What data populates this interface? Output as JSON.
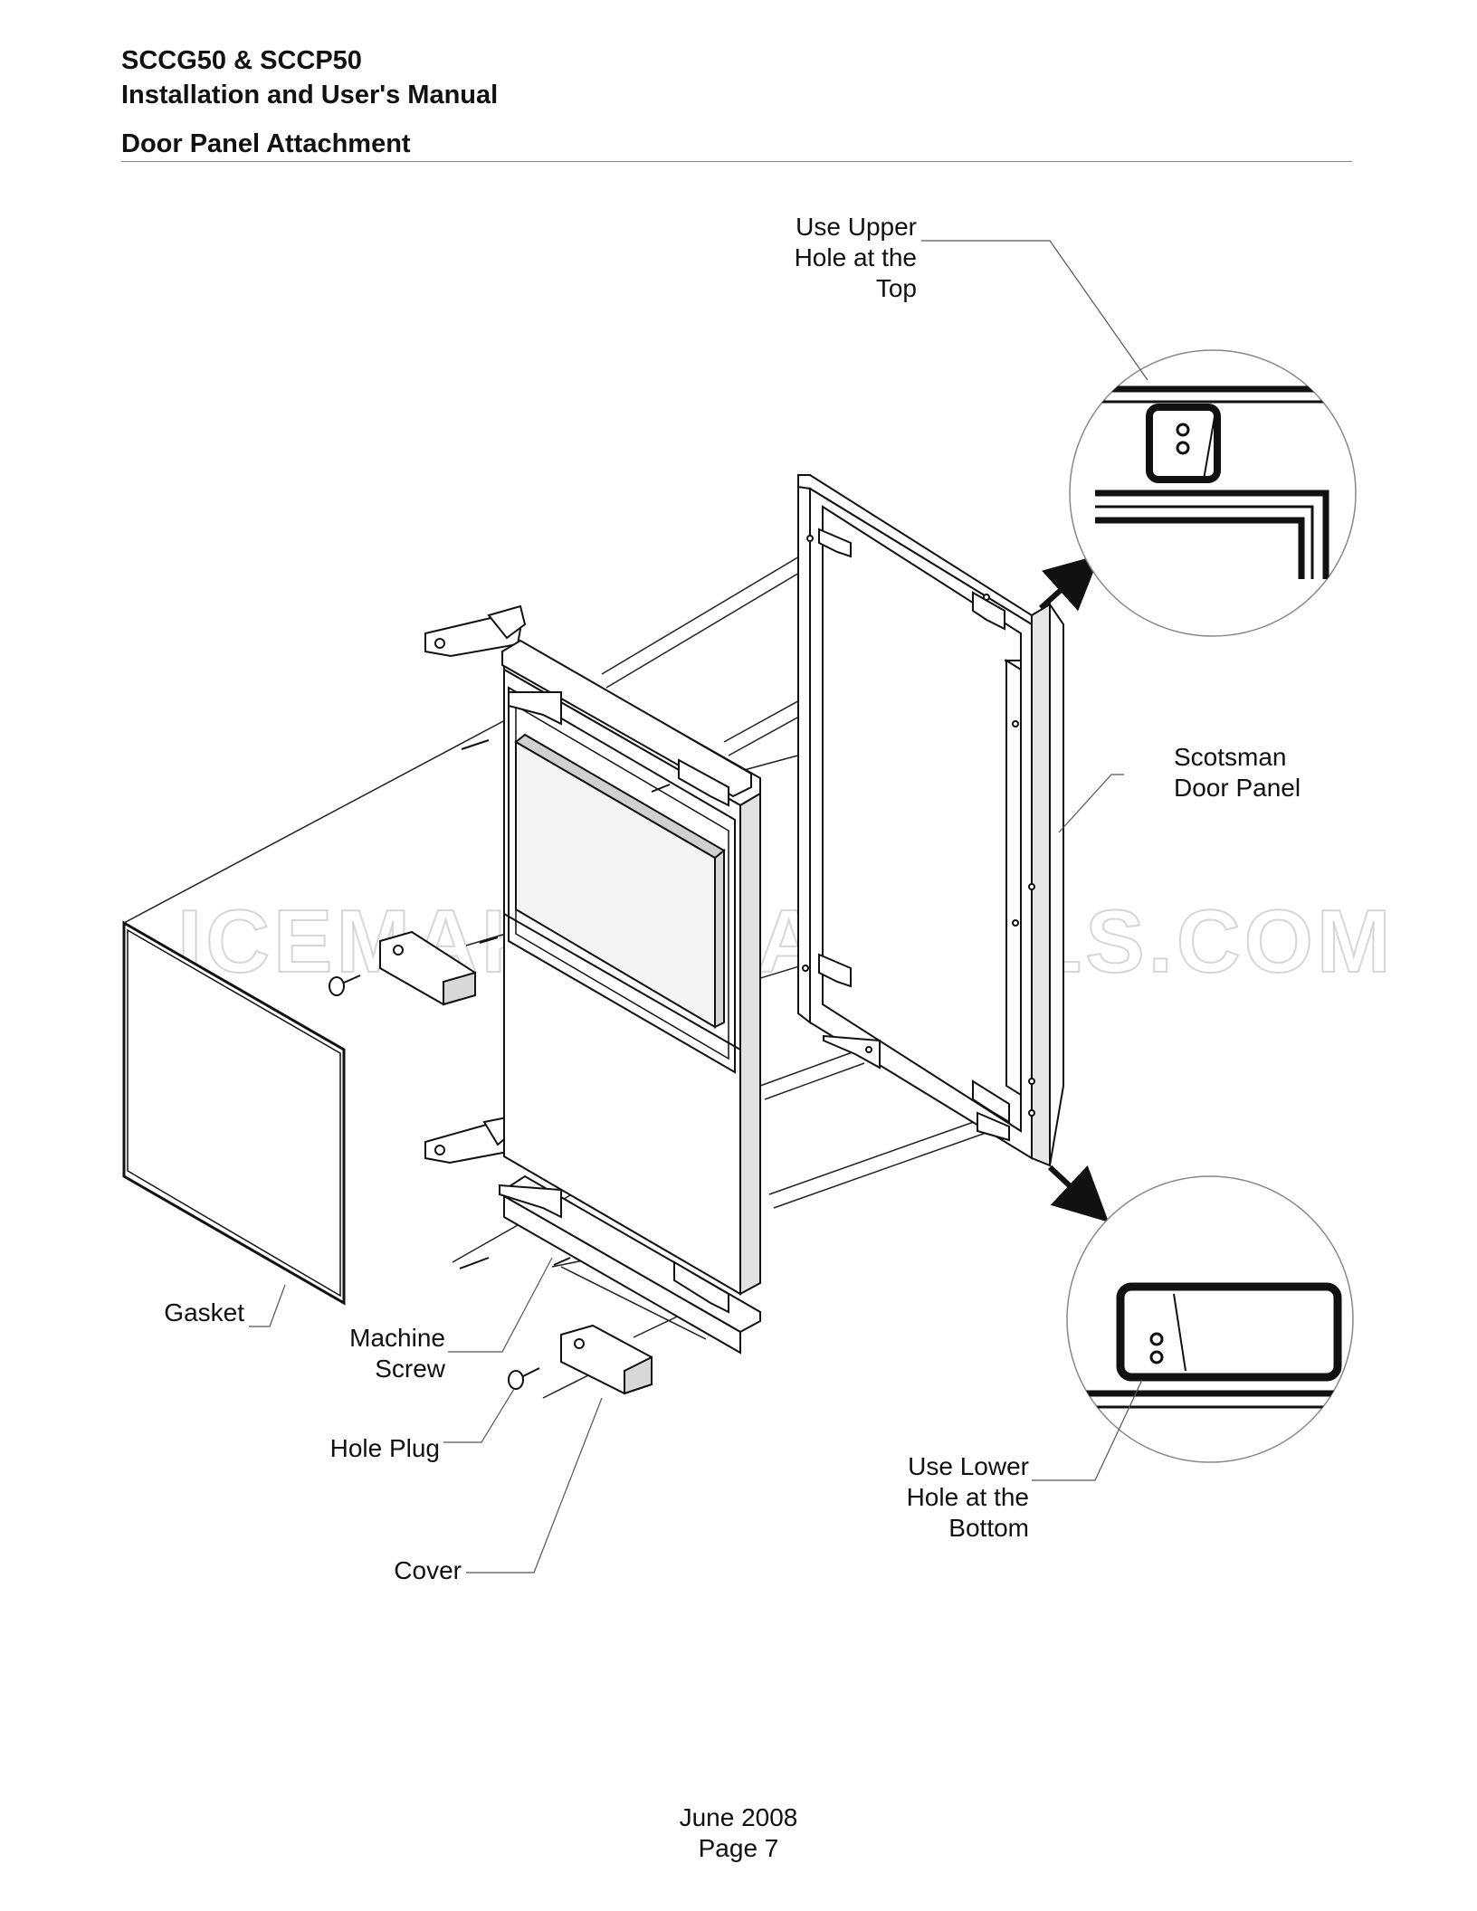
{
  "header": {
    "model": "SCCG50 & SCCP50",
    "manual": "Installation and User's Manual",
    "section": "Door Panel Attachment"
  },
  "callouts": {
    "upper_1": "Use Upper",
    "upper_2": "Hole at the",
    "upper_3": "Top",
    "panel_1": "Scotsman",
    "panel_2": "Door Panel",
    "gasket": "Gasket",
    "screw_1": "Machine",
    "screw_2": "Screw",
    "plug": "Hole Plug",
    "cover": "Cover",
    "lower_1": "Use Lower",
    "lower_2": "Hole at the",
    "lower_3": "Bottom"
  },
  "watermark": "ICEMAKERMANUALS.COM",
  "footer": {
    "date": "June 2008",
    "page": "Page 7"
  }
}
